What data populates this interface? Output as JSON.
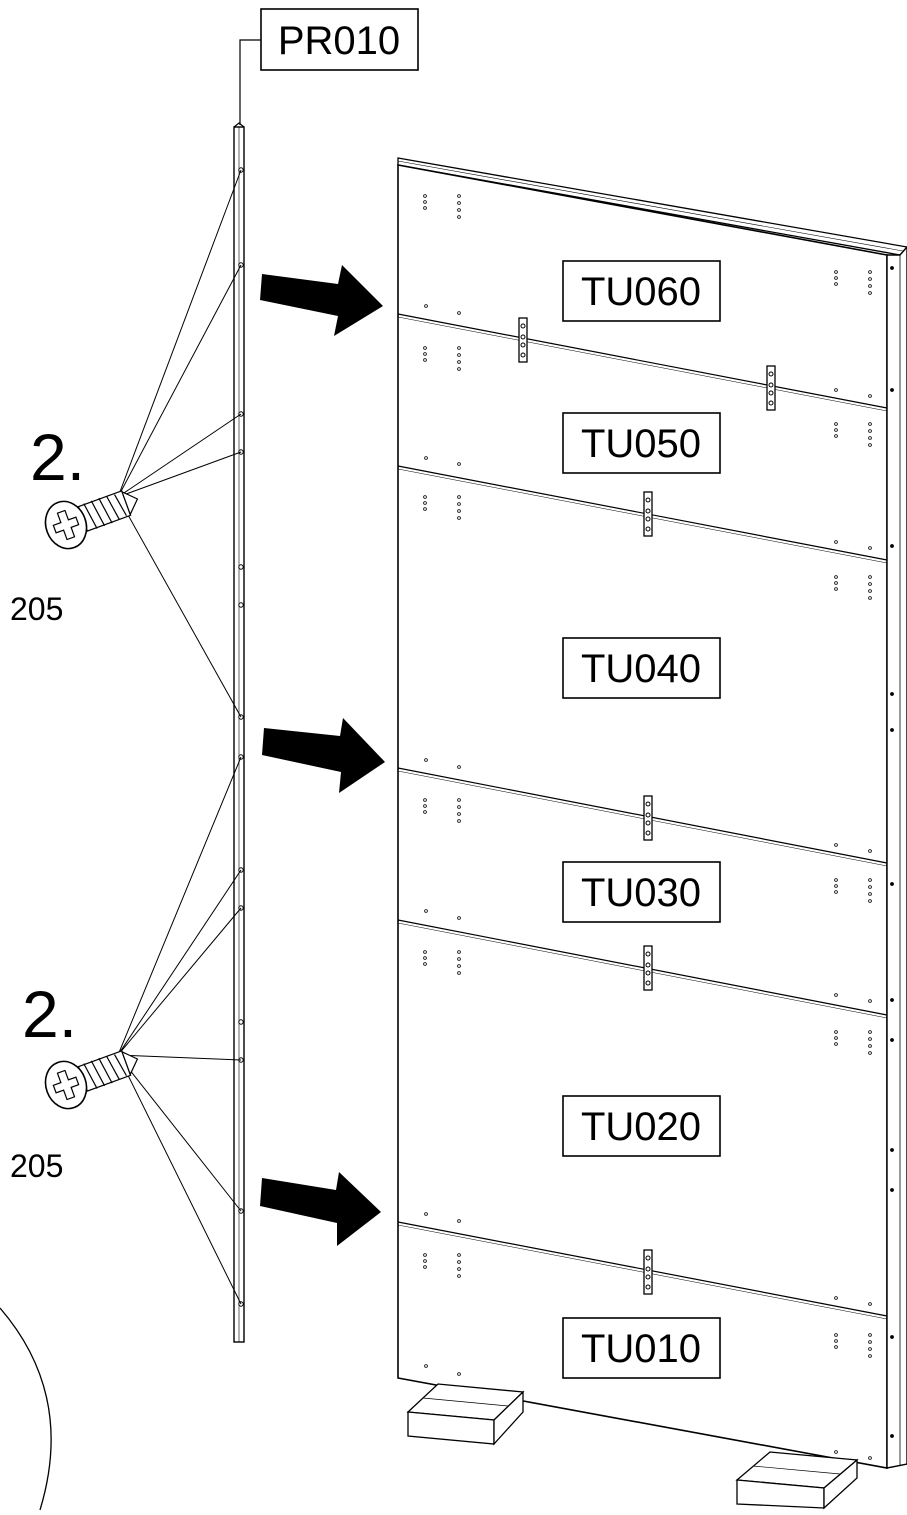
{
  "part_label": "PR010",
  "panels": [
    {
      "label": "TU060"
    },
    {
      "label": "TU050"
    },
    {
      "label": "TU040"
    },
    {
      "label": "TU030"
    },
    {
      "label": "TU020"
    },
    {
      "label": "TU010"
    }
  ],
  "fastener_callouts": [
    {
      "step": "2.",
      "part_number": "205"
    },
    {
      "step": "2.",
      "part_number": "205"
    }
  ],
  "icons": {
    "screw": "screw-icon",
    "arrow": "arrow-right-icon"
  },
  "colors": {
    "ink": "#000000",
    "paper": "#ffffff"
  }
}
